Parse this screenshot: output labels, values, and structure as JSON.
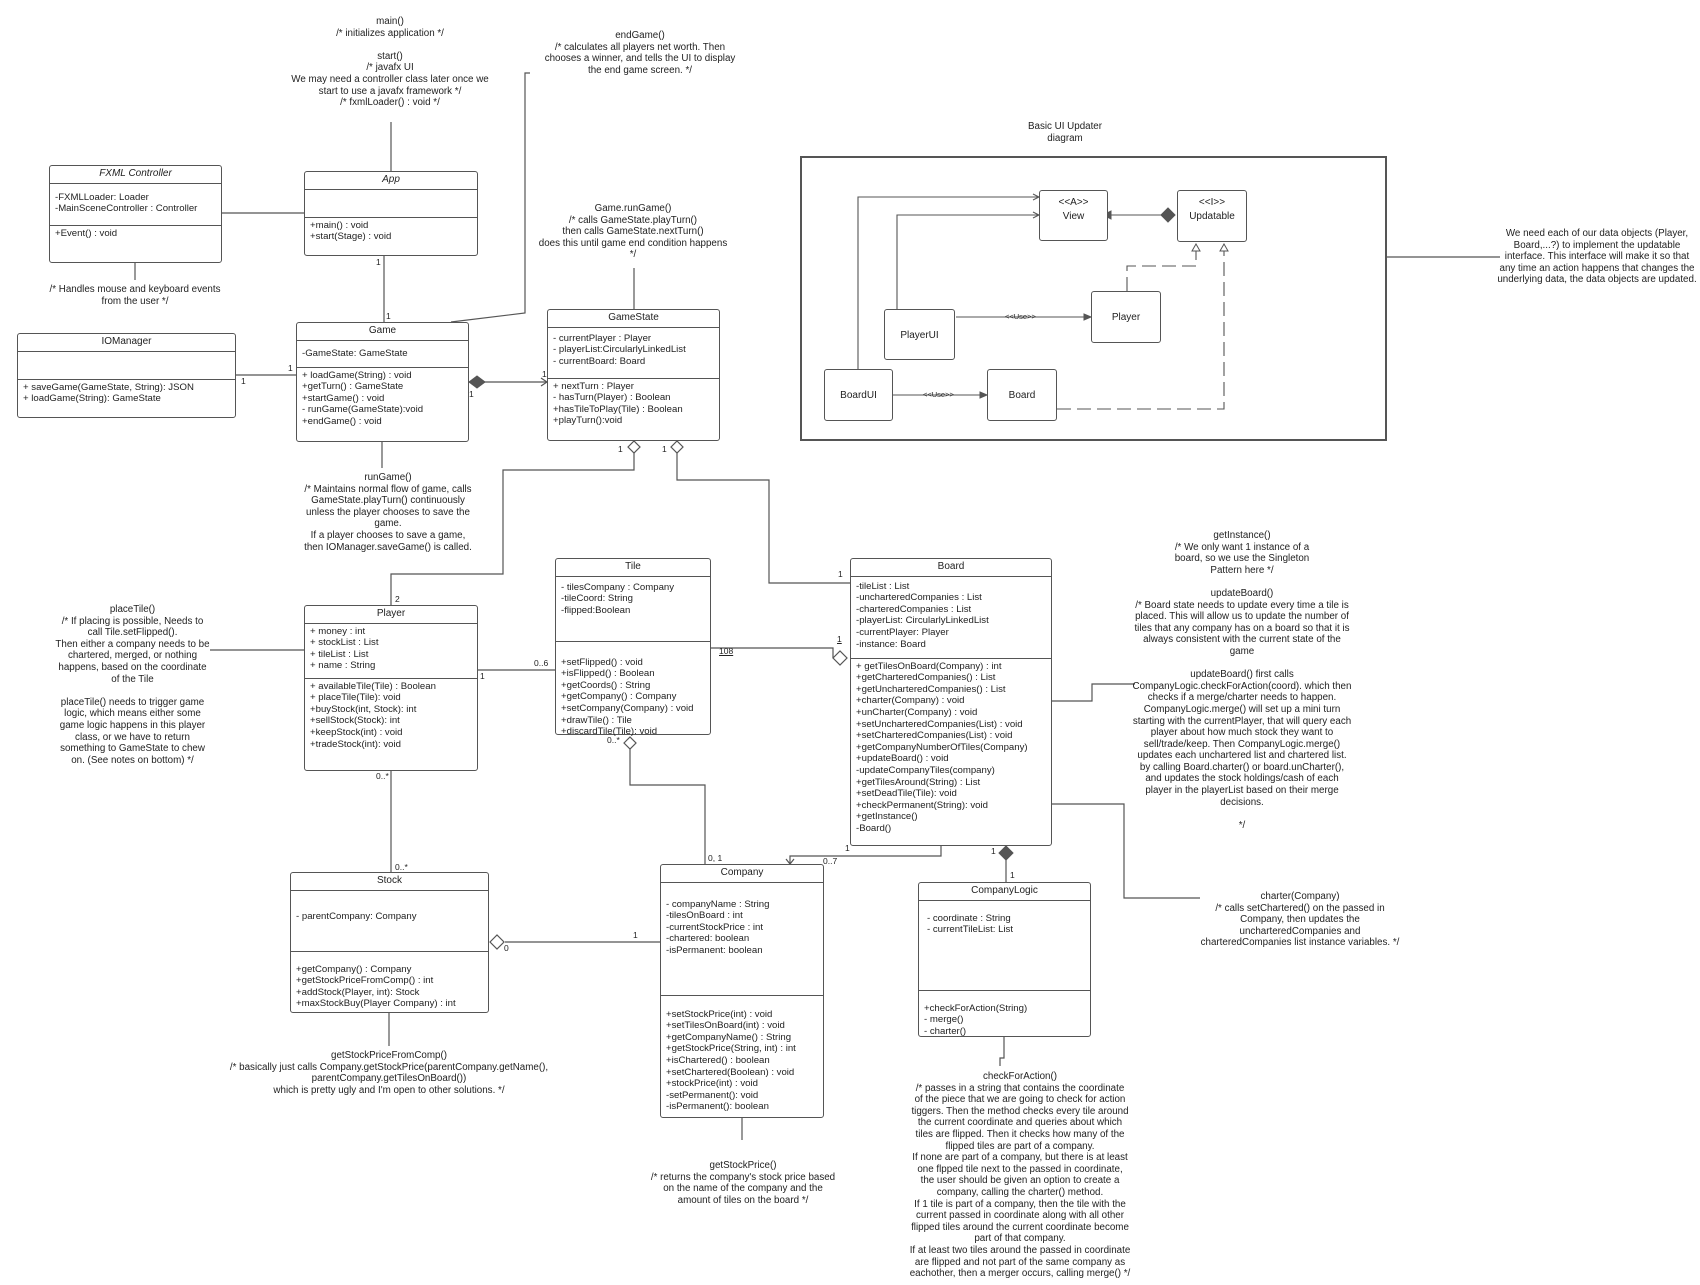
{
  "classes": {
    "fxml_controller": {
      "name": "FXML Controller",
      "attributes": [
        "-FXMLLoader: Loader",
        "-MainSceneController : Controller"
      ],
      "methods": [
        "+Event() : void"
      ]
    },
    "app": {
      "name": "App",
      "attributes": [],
      "methods": [
        "+main() : void",
        "+start(Stage) : void"
      ]
    },
    "io_manager": {
      "name": "IOManager",
      "attributes": [],
      "methods": [
        "+ saveGame(GameState, String): JSON",
        "+ loadGame(String): GameState"
      ]
    },
    "game": {
      "name": "Game",
      "attributes": [
        "-GameState: GameState"
      ],
      "methods": [
        "+ loadGame(String) : void",
        "+getTurn() : GameState",
        "+startGame() : void",
        "- runGame(GameState):void",
        "+endGame() : void"
      ]
    },
    "game_state": {
      "name": "GameState",
      "attributes": [
        "- currentPlayer : Player",
        "- playerList:CircularlyLinkedList",
        "- currentBoard: Board"
      ],
      "methods": [
        "+ nextTurn : Player",
        "- hasTurn(Player) : Boolean",
        "+hasTileToPlay(Tile) : Boolean",
        "+playTurn():void"
      ]
    },
    "player": {
      "name": "Player",
      "attributes": [
        "+ money : int",
        "+ stockList : List",
        "+ tileList : List",
        "+ name : String"
      ],
      "methods": [
        "+ availableTile(Tile) : Boolean",
        "+ placeTile(Tile): void",
        "+buyStock(int, Stock): int",
        "+sellStock(Stock): int",
        "+keepStock(int) : void",
        "+tradeStock(int): void"
      ]
    },
    "tile": {
      "name": "Tile",
      "attributes": [
        "- tilesCompany : Company",
        "-tileCoord: String",
        "-flipped:Boolean"
      ],
      "methods": [
        "+setFlipped() : void",
        "+isFlipped() : Boolean",
        "+getCoords() : String",
        "+getCompany() : Company",
        "+setCompany(Company) : void",
        "+drawTile() : Tile",
        "+discardTile(Tile): void"
      ]
    },
    "board": {
      "name": "Board",
      "attributes": [
        "-tileList : List",
        "-uncharteredCompanies : List",
        "-charteredCompanies : List",
        "-playerList: CircularlyLinkedList",
        "-currentPlayer: Player",
        "-instance: Board"
      ],
      "methods": [
        "+ getTilesOnBoard(Company) : int",
        "+getCharteredCompanies() : List",
        "+getUncharteredCompanies() : List",
        "+charter(Company) : void",
        "+unCharter(Company) : void",
        "+setUncharteredCompanies(List) : void",
        "+setCharteredCompanies(List) : void",
        "+getCompanyNumberOfTiles(Company)",
        "+updateBoard() : void",
        "-updateCompanyTiles(company)",
        "+getTilesAround(String) : List",
        "+setDeadTile(Tile): void",
        "+checkPermanent(String): void",
        "+getInstance()",
        "-Board()"
      ]
    },
    "stock": {
      "name": "Stock",
      "attributes": [
        "- parentCompany: Company"
      ],
      "methods": [
        "+getCompany() : Company",
        "+getStockPriceFromComp() : int",
        "+addStock(Player, int): Stock",
        "+maxStockBuy(Player Company) : int"
      ]
    },
    "company": {
      "name": "Company",
      "attributes": [
        "- companyName : String",
        "-tilesOnBoard : int",
        "-currentStockPrice : int",
        "-chartered: boolean",
        "-isPermanent: boolean"
      ],
      "methods": [
        "+setStockPrice(int) : void",
        "+setTilesOnBoard(int) : void",
        "+getCompanyName() : String",
        "+getStockPrice(String, int) : int",
        "+isChartered() : boolean",
        "+setChartered(Boolean) : void",
        "+stockPrice(int) : void",
        "-setPermanent(): void",
        "-isPermanent(): boolean"
      ]
    },
    "company_logic": {
      "name": "CompanyLogic",
      "attributes": [
        "- coordinate : String",
        "- currentTileList: List"
      ],
      "methods": [
        "+checkForAction(String)",
        "- merge()",
        "- charter()"
      ]
    }
  },
  "notes": {
    "main_start": "main()\n/* initializes application */\n\nstart()\n/*  javafx UI\nWe may need a controller class later once we\nstart to use a javafx framework */\n/* fxmlLoader() : void */",
    "end_game": "endGame()\n/* calculates all players net worth. Then\nchooses a winner, and tells the UI to display\nthe end game screen.  */",
    "handles_input": "/* Handles mouse and keyboard events\nfrom the user */",
    "run_turn": "Game.runGame()\n/* calls GameState.playTurn()\nthen calls GameState.nextTurn()\ndoes this until game end condition happens\n*/",
    "run_game": "runGame()\n/* Maintains normal flow of game, calls\nGameState.playTurn() continuously\nunless the player chooses to save the\ngame.\nIf a player chooses to save a game,\nthen IOManager.saveGame() is called.",
    "place_tile": "placeTile()\n/* If  placing is possible, Needs to\ncall Tile.setFlipped().\nThen either a company needs to be\nchartered, merged, or nothing\nhappens, based on the coordinate\nof the Tile\n\nplaceTile() needs to trigger game\nlogic, which means either some\ngame logic happens in this player\nclass, or  we have to return\nsomething to  GameState to chew\non. (See notes on bottom)  */",
    "ui_updater_title": "Basic UI Updater\ndiagram",
    "data_objects": "We need each of our data objects (Player,\nBoard,...?) to implement the updatable\ninterface. This interface will make it so that\nany time an action happens that changes the\nunderlying data, the data objects are updated.",
    "board_notes": "getInstance()\n/* We only want 1 instance of a\nboard, so we use the Singleton\nPattern here */\n\nupdateBoard()\n/* Board state needs to update every time a tile is\nplaced. This will allow us to update the number of\ntiles that any company has on a board so that it is\nalways consistent with the current state of the\ngame\n\nupdateBoard() first calls\nCompanyLogic.checkForAction(coord). which then\nchecks if a merge/charter needs to happen.\nCompanyLogic.merge() will set up a mini turn\nstarting with the currentPlayer, that will query each\nplayer about how much stock they want to\nsell/trade/keep.  Then  CompanyLogic.merge()\nupdates each unchartered list and chartered list.\nby calling Board.charter() or board.unCharter(),\nand updates the stock holdings/cash of each\nplayer in the playerList based on their merge\ndecisions.\n\n*/",
    "charter": "charter(Company)\n/* calls setChartered() on the passed in\nCompany, then updates the\nuncharteredCompanies and\ncharteredCompanies list instance variables. */",
    "stock_price_from_comp": "getStockPriceFromComp()\n/* basically just calls Company.getStockPrice(parentCompany.getName(),\nparentCompany.getTilesOnBoard())\nwhich is pretty ugly and I'm open to other solutions. */",
    "get_stock_price": "getStockPrice()\n/*  returns the company's stock price based\non the name of the company and the\namount of tiles on the board */",
    "check_for_action": "checkForAction()\n/*  passes in a string that contains the coordinate\nof the piece that we are going to check for action\ntiggers. Then the method checks every tile around\nthe current coordinate and queries about which\ntiles are flipped. Then it checks how many of the\nflipped tiles are part of a company.\nIf none are part of a company, but there is at least\none flpped tile next to the passed in coordinate,\nthe user should be given an option to create a\ncompany, calling the charter() method.\nIf 1 tile is part of a company, then the tile with the\ncurrent passed in coordinate along with all other\nflipped tiles around the current coordinate become\npart of that company.\nIf at least two tiles around the passed in coordinate\nare flipped and not part of the same company as\neachother, then a merger occurs, calling merge() */"
  },
  "multiplicities": {
    "app_game_top": "1",
    "app_game_bottom": "1",
    "io_left": "1",
    "io_right": "1",
    "game_comp": "1",
    "gs_comp": "1",
    "gs_player": "1",
    "player_top": "2",
    "gs_board": "1",
    "board_top": "1",
    "player_tile_left": "1",
    "player_tile_right": "0..6",
    "tile_board_left": "108",
    "tile_board_right": "1",
    "tile_bottom": "0..*",
    "player_bottom": "0..*",
    "stock_top": "0..*",
    "company_top": "0, 1",
    "stock_company_left": "0",
    "stock_company_right": "1",
    "board_company_a": "1",
    "board_company_b": "0..7",
    "board_logic_top": "1",
    "board_logic_bottom": "1"
  },
  "ui_diagram": {
    "view_stereo": "<<A>>",
    "view_name": "View",
    "updatable_stereo": "<<I>>",
    "updatable_name": "Updatable",
    "player_ui": "PlayerUI",
    "player": "Player",
    "board_ui": "BoardUI",
    "board": "Board",
    "use_label_1": "<<Use>>",
    "use_label_2": "<<Use>>"
  },
  "colors": {
    "line": "#555555",
    "text": "#222222",
    "background": "#ffffff"
  }
}
